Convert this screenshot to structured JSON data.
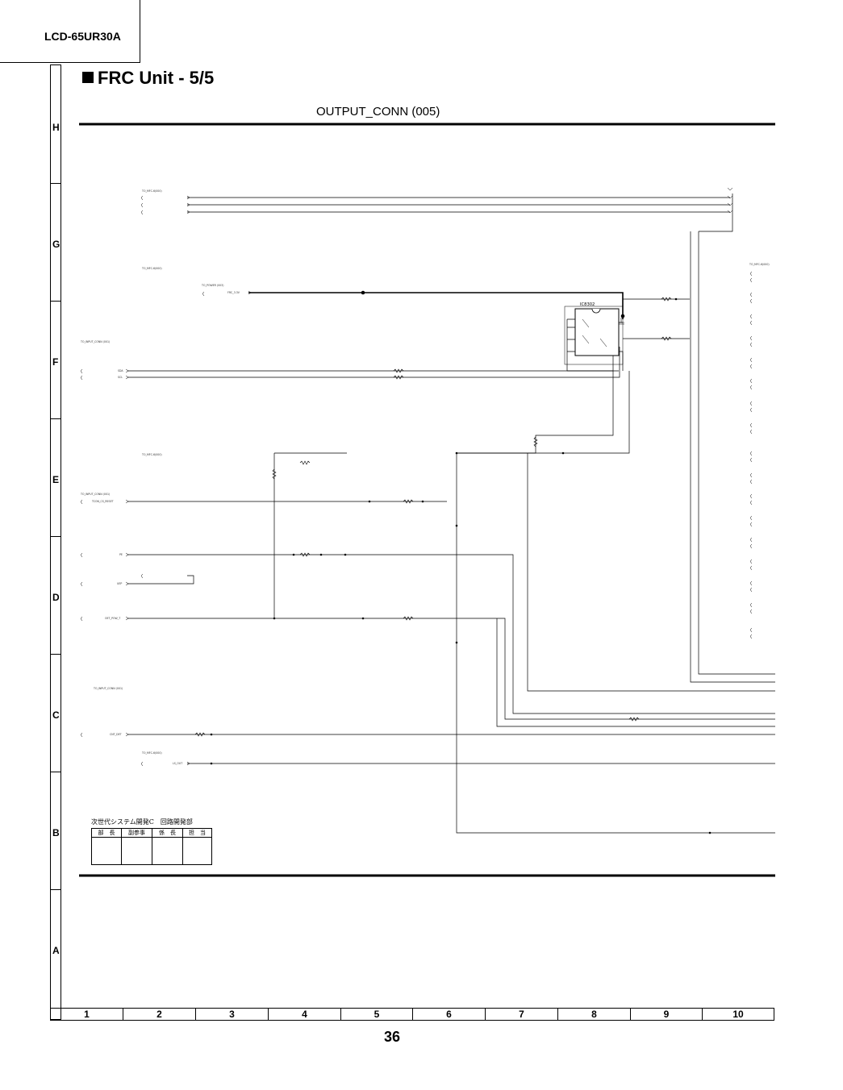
{
  "header": {
    "model": "LCD-65UR30A",
    "title": "FRC Unit - 5/5",
    "section": "OUTPUT_CONN (005)"
  },
  "grid": {
    "rows": [
      "H",
      "G",
      "F",
      "E",
      "D",
      "C",
      "B",
      "A"
    ],
    "columns": [
      "1",
      "2",
      "3",
      "4",
      "5",
      "6",
      "7",
      "8",
      "9",
      "10"
    ]
  },
  "page_number": "36",
  "stamp": {
    "title": "次世代システム開発C　回路開発部",
    "headers": [
      "部　長",
      "副参事",
      "係　長",
      "担　当"
    ]
  },
  "schematic": {
    "labels": {
      "to_mfc_top": "TO_MFC-6(000)",
      "to_mfc_mid": "TO_MFC-6(000)",
      "to_power": "TO_POWER (003)",
      "frc_33v": "FRC_3.3V",
      "to_input_conn_f": "TO_INPUT_CONN (001)",
      "sda": "SDA",
      "scl": "SCL",
      "to_mfc_e": "TO_MFC-6(000)",
      "to_input_conn_e": "TO_INPUT_CONN (001)",
      "tcon_cs_reset": "TCON_CS_RESET",
      "pe": "PE",
      "uep": "UEP",
      "oet_pow_t": "OET_POW_T",
      "to_input_conn_c": "TO_INPUT_CONN (001)",
      "cnt_det": "CNT_DET",
      "to_mfc_c": "TO_MFC-6(000)",
      "ls_out": "LS_OUT",
      "ic_ref": "IC8302",
      "to_mfc_right": "TO_MFC-6(000)"
    }
  }
}
